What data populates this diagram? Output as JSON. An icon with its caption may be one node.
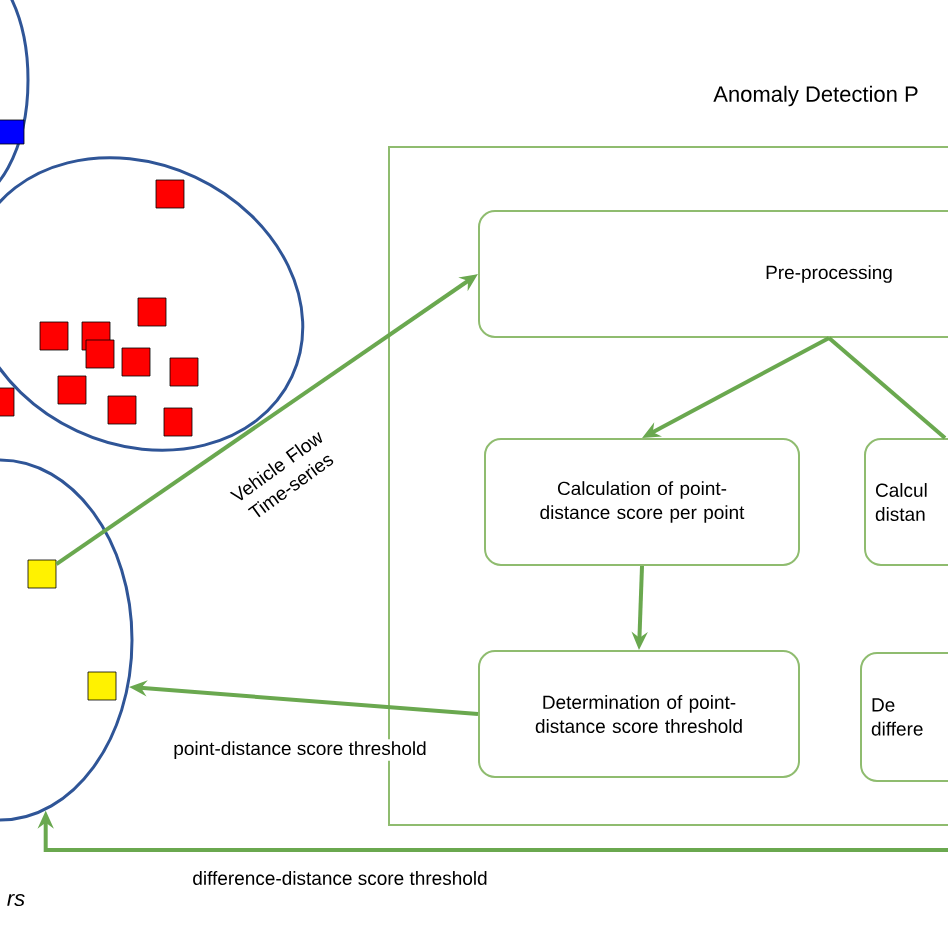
{
  "diagram": {
    "nodes": [
      {
        "text": [
          "Anomaly Detection P"
        ]
      },
      {
        "text": [
          "Pre-processing"
        ],
        "in": 0
      },
      {
        "text": [
          "Calculation of point-distance score per point"
        ],
        "in": 0
      },
      {
        "text": [
          "Calcul distan"
        ],
        "in": 0
      },
      {
        "text": [
          "Determination of point-distance score threshold"
        ],
        "in": 0
      },
      {
        "text": [
          "De differe"
        ],
        "in": 0
      },
      {
        "text": [],
        "shape": "circle"
      },
      {
        "text": [],
        "shape": "box",
        "in": 6
      }
    ],
    "edges": [
      {
        "from": 1,
        "to": 2,
        "arrow": "to"
      },
      {
        "from": 1,
        "to": 3,
        "arrow": "none"
      },
      {
        "from": 2,
        "to": 4,
        "arrow": "to"
      },
      {
        "from": 4,
        "to": 6,
        "arrow": "to",
        "label": "point-distance score threshold"
      },
      {
        "from": null,
        "to": 6,
        "arrow": "to",
        "label": "difference-distance score threshold"
      },
      {
        "from": 7,
        "to": 1,
        "arrow": "to",
        "label": "Vehicle Flow Time-series"
      }
    ],
    "labels": [
      "rs"
    ]
  }
}
